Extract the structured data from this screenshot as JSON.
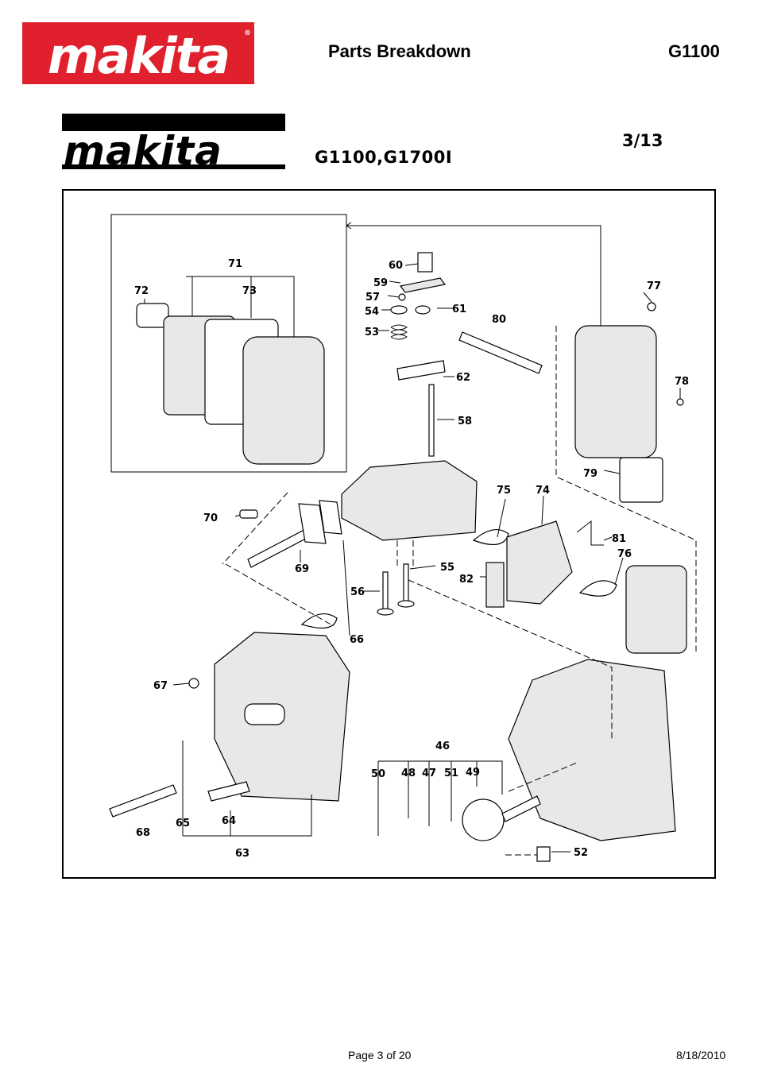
{
  "header": {
    "brand": "makita",
    "title": "Parts Breakdown",
    "model": "G1100"
  },
  "subheader": {
    "brand": "makita",
    "models": "G1100,G1700I",
    "page_ref": "3/13"
  },
  "diagram": {
    "callouts": [
      {
        "id": "c60",
        "label": "60"
      },
      {
        "id": "c59",
        "label": "59"
      },
      {
        "id": "c57",
        "label": "57"
      },
      {
        "id": "c54",
        "label": "54"
      },
      {
        "id": "c61",
        "label": "61"
      },
      {
        "id": "c53",
        "label": "53"
      },
      {
        "id": "c62",
        "label": "62"
      },
      {
        "id": "c58",
        "label": "58"
      },
      {
        "id": "c80",
        "label": "80"
      },
      {
        "id": "c77",
        "label": "77"
      },
      {
        "id": "c78",
        "label": "78"
      },
      {
        "id": "c79",
        "label": "79"
      },
      {
        "id": "c71",
        "label": "71"
      },
      {
        "id": "c72",
        "label": "72"
      },
      {
        "id": "c73",
        "label": "73"
      },
      {
        "id": "c70",
        "label": "70"
      },
      {
        "id": "c69",
        "label": "69"
      },
      {
        "id": "c75",
        "label": "75"
      },
      {
        "id": "c74",
        "label": "74"
      },
      {
        "id": "c81",
        "label": "81"
      },
      {
        "id": "c76",
        "label": "76"
      },
      {
        "id": "c55",
        "label": "55"
      },
      {
        "id": "c82",
        "label": "82"
      },
      {
        "id": "c56",
        "label": "56"
      },
      {
        "id": "c66",
        "label": "66"
      },
      {
        "id": "c67",
        "label": "67"
      },
      {
        "id": "c46",
        "label": "46"
      },
      {
        "id": "c50",
        "label": "50"
      },
      {
        "id": "c48",
        "label": "48"
      },
      {
        "id": "c47",
        "label": "47"
      },
      {
        "id": "c51",
        "label": "51"
      },
      {
        "id": "c49",
        "label": "49"
      },
      {
        "id": "c68",
        "label": "68"
      },
      {
        "id": "c65",
        "label": "65"
      },
      {
        "id": "c64",
        "label": "64"
      },
      {
        "id": "c63",
        "label": "63"
      },
      {
        "id": "c52",
        "label": "52"
      }
    ]
  },
  "footer": {
    "page": "Page 3 of 20",
    "date": "8/18/2010"
  },
  "colors": {
    "brand_red": "#e0202c",
    "ink": "#000000"
  }
}
